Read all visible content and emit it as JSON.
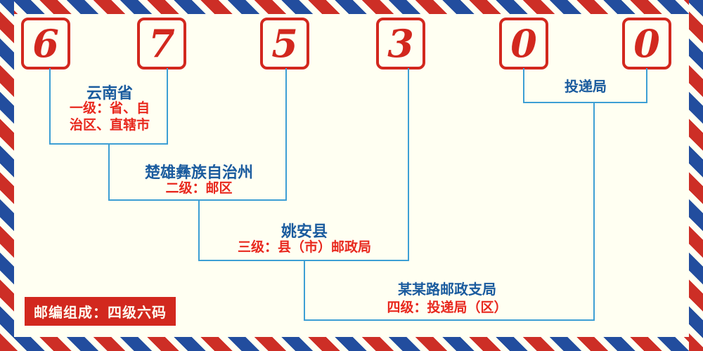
{
  "postal_code": {
    "digits": [
      "6",
      "7",
      "5",
      "3",
      "0",
      "0"
    ]
  },
  "annotations": {
    "level1": {
      "name": "云南省",
      "desc_line1": "一级：省、自",
      "desc_line2": "治区、直辖市"
    },
    "level2": {
      "name": "楚雄彝族自治州",
      "desc": "二级：邮区"
    },
    "level3": {
      "name": "姚安县",
      "desc": "三级：县（市）邮政局"
    },
    "level4": {
      "name": "某某路邮政支局",
      "desc": "四级：投递局（区）"
    },
    "delivery_office": {
      "name": "投递局"
    }
  },
  "footer": {
    "composition_label": "邮编组成：四级六码"
  },
  "colors": {
    "digit_red": "#d2281e",
    "line_blue": "#3d9fd4",
    "label_blue": "#1a5b9e",
    "desc_red": "#e8281e",
    "background": "#fffff2",
    "stripe_red": "#cd2e26",
    "stripe_blue": "#224d9e"
  }
}
